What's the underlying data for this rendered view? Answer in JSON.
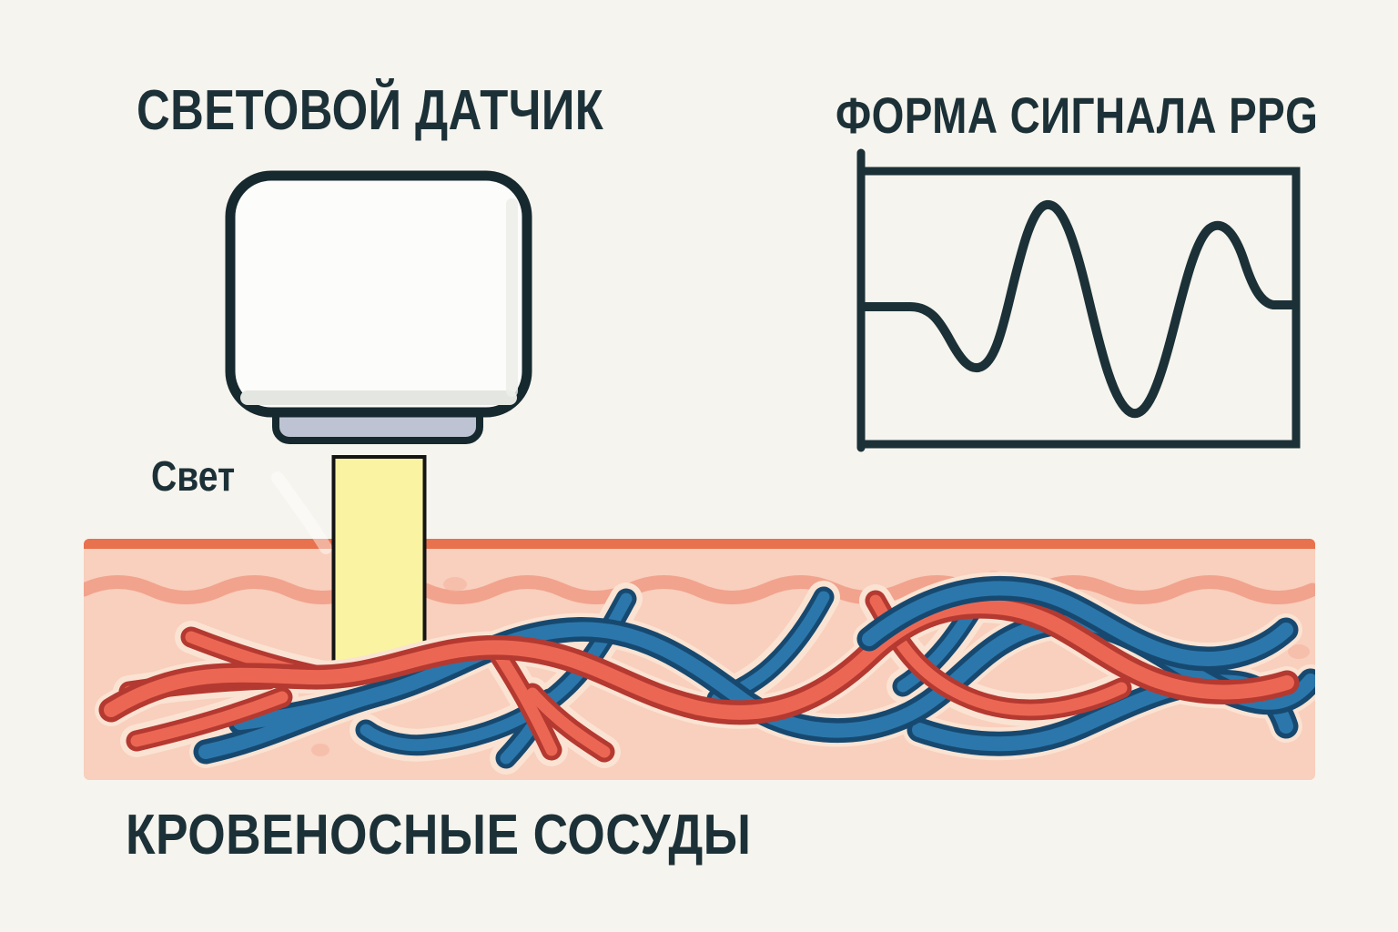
{
  "page": {
    "background_color": "#F6F4EE",
    "title_text_color": "#1C3137"
  },
  "labels": {
    "sensor_title": "СВЕТОВОЙ ДАТЧИК",
    "waveform_title": "ФОРМА СИГНАЛА PPG",
    "light_label": "Свет",
    "vessels_label": "КРОВЕНОСНЫЕ СОСУДЫ"
  },
  "illustration": {
    "sensor": {
      "body_fill": "#FCFCFA",
      "outline_color": "#16292F",
      "base_fill": "#BDC3D2"
    },
    "light_beam": {
      "fill": "#FAF3A1",
      "outline": "#141414"
    },
    "skin": {
      "fill": "#F9CFBD",
      "top_border": "#E8724E",
      "dermis_wave": "#F1A38D",
      "freckle": "#F4B39C"
    },
    "vessels": {
      "artery_fill": "#EC6753",
      "artery_outline": "#B43931",
      "vein_fill": "#2B77AB",
      "vein_outline": "#174970"
    }
  },
  "chart_data": {
    "type": "line",
    "title": "ФОРМА СИГНАЛА PPG",
    "xlabel": "",
    "ylabel": "",
    "legend": "none",
    "grid": false,
    "frame": "full box with y-axis spur above top-left corner",
    "x_normalized": [
      0,
      11,
      16,
      21,
      27,
      34,
      40,
      47,
      54,
      61,
      68,
      75,
      81,
      88,
      94,
      100
    ],
    "y_normalized": [
      0,
      0,
      -0.12,
      -0.42,
      -0.3,
      0.55,
      0.92,
      0.4,
      -0.55,
      -0.95,
      -0.5,
      0.35,
      0.72,
      0.3,
      0.02,
      0
    ],
    "description": "Stylized single PPG pulse: flat baseline, small dip, large primary peak, deep trough, smaller secondary (dicrotic) peak, return to baseline",
    "line_color": "#1B3137"
  }
}
